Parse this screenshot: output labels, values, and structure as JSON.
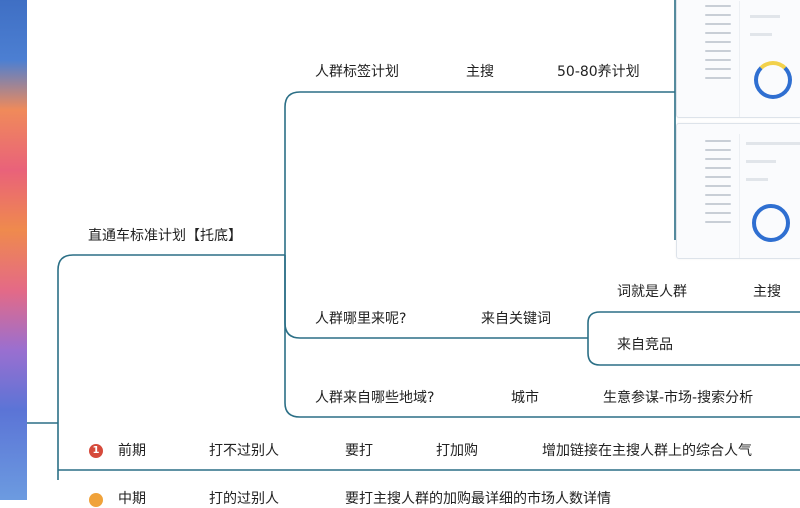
{
  "root": {
    "label": "直通车标准计划【托底】"
  },
  "branch_1": {
    "label": "人群标签计划",
    "child": "主搜",
    "grandchild": "50-80养计划"
  },
  "branch_2": {
    "label": "人群哪里来呢?",
    "child": "来自关键词",
    "sub_1": {
      "label": "词就是人群",
      "child": "主搜"
    },
    "sub_2": {
      "label": "来自竞品"
    }
  },
  "branch_3": {
    "label": "人群来自哪些地域?",
    "child": "城市",
    "grandchild": "生意参谋-市场-搜索分析"
  },
  "row_1": {
    "badge": "1",
    "phase": "前期",
    "a": "打不过别人",
    "b": "要打",
    "c": "打加购",
    "d": "增加链接在主搜人群上的综合人气"
  },
  "row_2": {
    "phase": "中期",
    "a": "打的过别人",
    "b": "要打主搜人群的加购最详细的市场人数详情"
  },
  "colors": {
    "line": "#2b6f86",
    "badge_red": "#d64a3b",
    "badge_orange": "#f0a23a",
    "donut_blue": "#2f6fd1",
    "donut_yellow": "#f2d14b"
  },
  "icons": [
    "chart-thumbnail-top",
    "chart-thumbnail-bottom",
    "number-badge-1",
    "number-badge-2"
  ]
}
